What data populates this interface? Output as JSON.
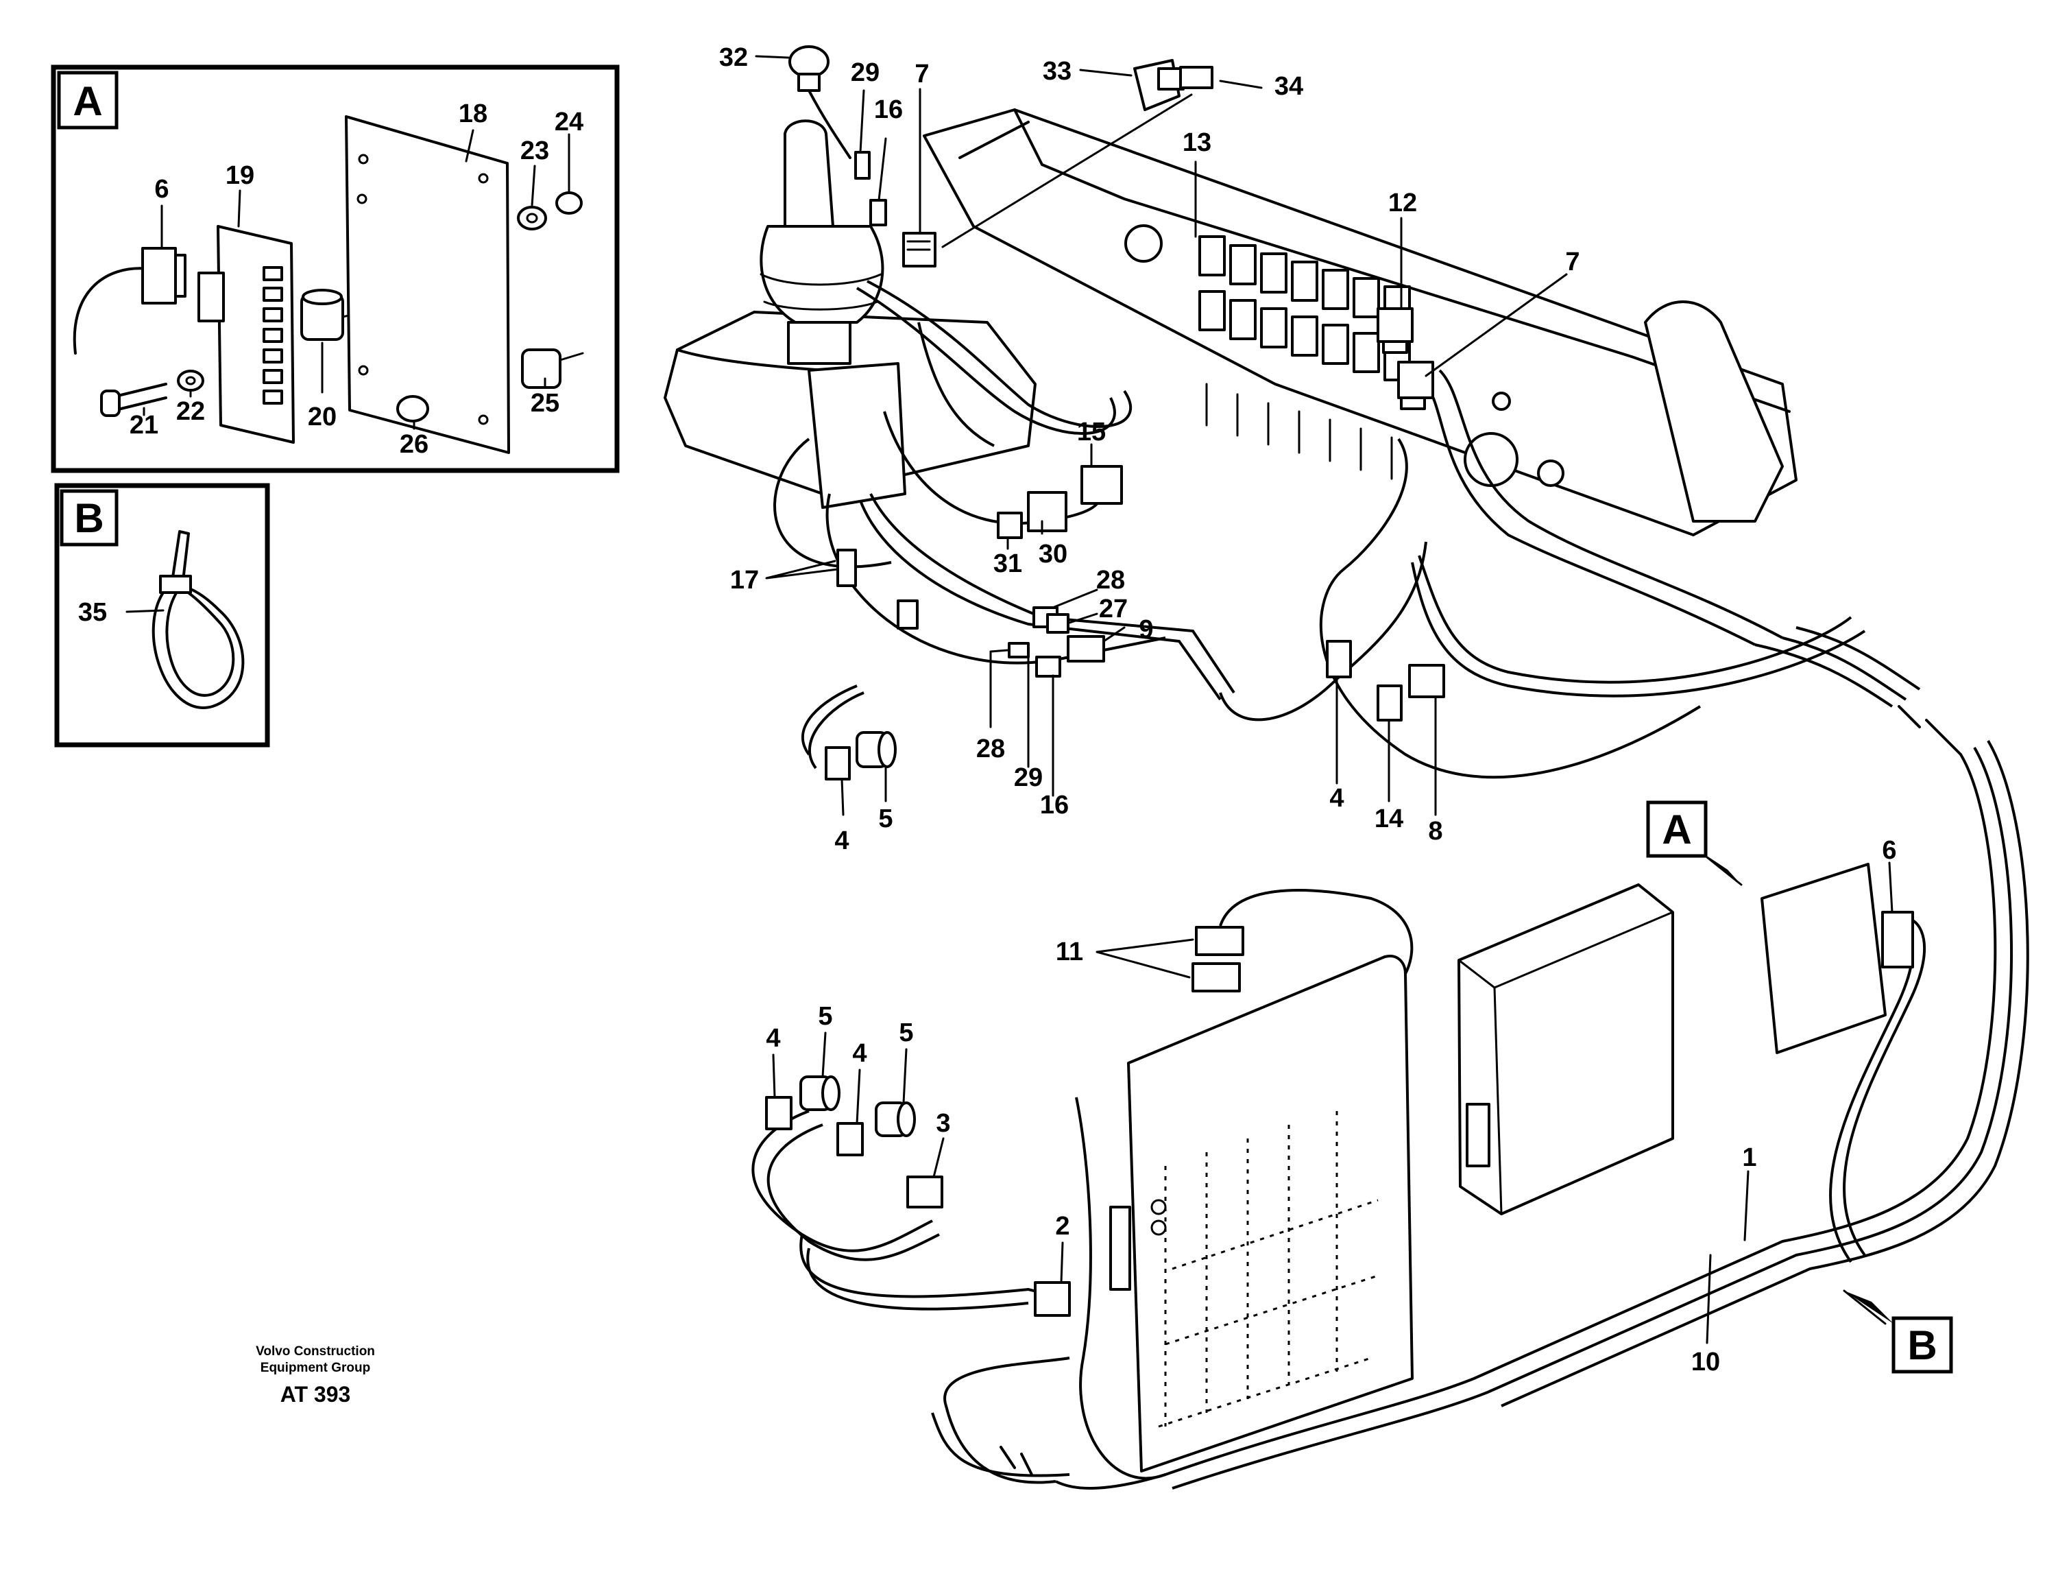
{
  "detail_views": {
    "a_label": "A",
    "b_label": "B"
  },
  "detail_a_callouts": [
    "6",
    "19",
    "18",
    "23",
    "24",
    "25",
    "20",
    "21",
    "22",
    "26"
  ],
  "detail_b_callouts": [
    "35"
  ],
  "main_callouts": [
    "32",
    "29",
    "16",
    "7",
    "33",
    "34",
    "13",
    "12",
    "7",
    "15",
    "30",
    "31",
    "17",
    "28",
    "27",
    "9",
    "28",
    "29",
    "16",
    "4",
    "5",
    "4",
    "14",
    "8",
    "11",
    "A",
    "6",
    "4",
    "5",
    "4",
    "5",
    "3",
    "2",
    "1",
    "10",
    "B"
  ],
  "footer": {
    "line1": "Volvo Construction",
    "line2": "Equipment Group",
    "code": "AT 393"
  }
}
